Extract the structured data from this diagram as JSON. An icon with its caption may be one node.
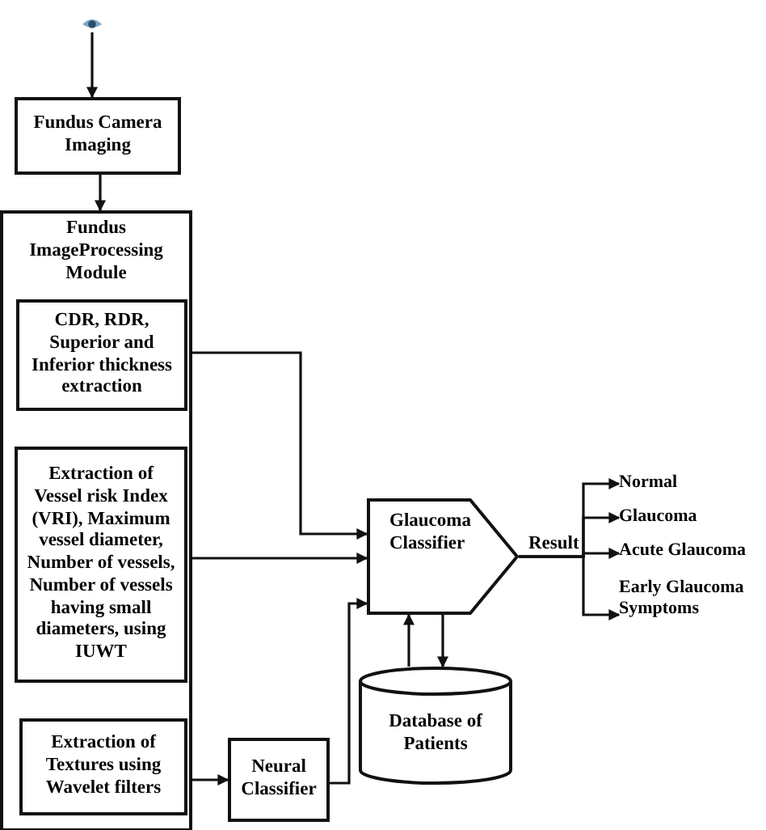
{
  "diagram": {
    "nodes": [
      {
        "text": [],
        "shape": "picture"
      },
      {
        "text": [
          "Fundus Camera Imaging"
        ]
      },
      {
        "text": [
          "Fundus ImageProcessing Module"
        ]
      },
      {
        "text": [
          "CDR, RDR, Superior and Inferior thickness extraction"
        ],
        "in": 2
      },
      {
        "text": [
          "Extraction of Vessel risk Index (VRI), Maximum vessel diameter, Number of vessels, Number of vessels having small diameters, using IUWT"
        ],
        "in": 2
      },
      {
        "text": [
          "Extraction of Textures using Wavelet filters"
        ],
        "in": 2
      },
      {
        "text": [
          "Neural Classifier"
        ]
      },
      {
        "text": [
          "Glaucoma Classifier"
        ]
      },
      {
        "text": [
          "Database of Patients"
        ]
      },
      {
        "text": [
          "Normal"
        ]
      },
      {
        "text": [
          "Glaucoma"
        ]
      },
      {
        "text": [
          "Acute Glaucoma"
        ]
      },
      {
        "text": [
          "Early Glaucoma Symptoms"
        ]
      }
    ],
    "edges": [
      {
        "from": 0,
        "to": 1,
        "arrow": "to"
      },
      {
        "from": 1,
        "to": 2,
        "arrow": "to"
      },
      {
        "from": 3,
        "to": 7,
        "arrow": "to"
      },
      {
        "from": 4,
        "to": 7,
        "arrow": "to"
      },
      {
        "from": 5,
        "to": 6,
        "arrow": "to"
      },
      {
        "from": 6,
        "to": 7,
        "arrow": "to"
      },
      {
        "from": 8,
        "to": 7,
        "arrow": "to"
      },
      {
        "from": 7,
        "to": 8,
        "arrow": "to"
      },
      {
        "from": 7,
        "to": 9,
        "arrow": "to",
        "label": "Result"
      },
      {
        "from": 7,
        "to": 10,
        "arrow": "to"
      },
      {
        "from": 7,
        "to": 11,
        "arrow": "to"
      },
      {
        "from": 7,
        "to": 12,
        "arrow": "to"
      }
    ]
  }
}
